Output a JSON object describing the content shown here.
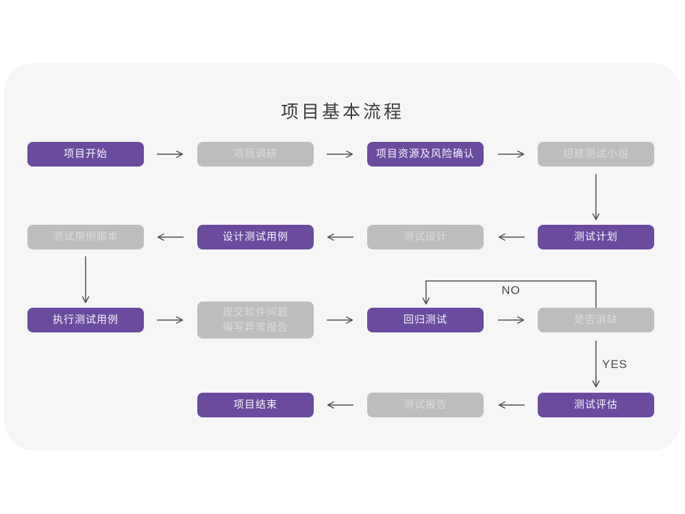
{
  "title": "项目基本流程",
  "colors": {
    "purple": "#6a4b9d",
    "gray": "#bdbdbd",
    "panel": "#f6f6f7",
    "arrow": "#4d4d4d",
    "purple_text": "#f7f4fb",
    "gray_text": "#dcdcdc",
    "title_text": "#3d3d3d"
  },
  "nodes": [
    {
      "id": "project-start",
      "label": "项目开始",
      "variant": "purple"
    },
    {
      "id": "project-research",
      "label": "项目调研",
      "variant": "gray"
    },
    {
      "id": "resources-risk",
      "label": "项目资源及风险确认",
      "variant": "purple"
    },
    {
      "id": "build-test-team",
      "label": "组建测试小组",
      "variant": "gray"
    },
    {
      "id": "test-case-script",
      "label": "测试用例脚本",
      "variant": "gray"
    },
    {
      "id": "design-test-case",
      "label": "设计测试用例",
      "variant": "purple"
    },
    {
      "id": "test-design",
      "label": "测试设计",
      "variant": "gray"
    },
    {
      "id": "test-plan",
      "label": "测试计划",
      "variant": "purple"
    },
    {
      "id": "run-test-case",
      "label": "执行测试用例",
      "variant": "purple"
    },
    {
      "id": "submit-issue-report",
      "label": "提交软件问题\n编写异常报告",
      "variant": "gray"
    },
    {
      "id": "regression-test",
      "label": "回归测试",
      "variant": "purple"
    },
    {
      "id": "defect-cleared",
      "label": "是否消缺",
      "variant": "gray"
    },
    {
      "id": "project-end",
      "label": "项目结束",
      "variant": "purple"
    },
    {
      "id": "test-report",
      "label": "测试报告",
      "variant": "gray"
    },
    {
      "id": "test-evaluation",
      "label": "测试评估",
      "variant": "purple"
    }
  ],
  "edge_labels": {
    "no": "NO",
    "yes": "YES"
  }
}
